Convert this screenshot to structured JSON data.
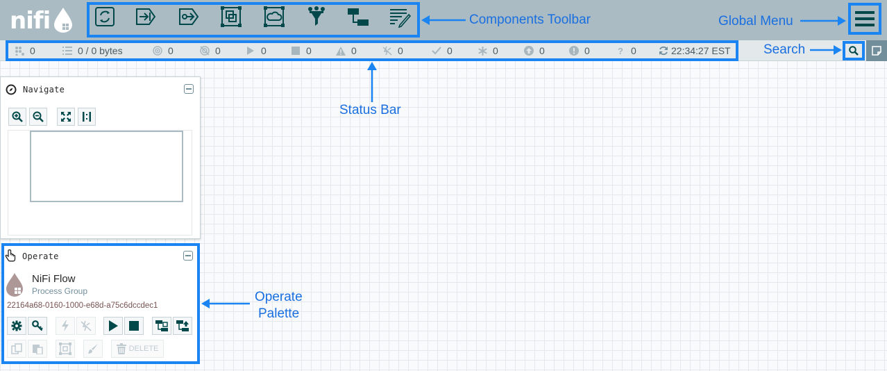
{
  "header": {
    "logo_text": "nifi",
    "components_toolbar": {
      "tools": [
        {
          "name": "processor-tool",
          "icon": "processor-icon"
        },
        {
          "name": "input-port-tool",
          "icon": "input-port-icon"
        },
        {
          "name": "output-port-tool",
          "icon": "output-port-icon"
        },
        {
          "name": "process-group-tool",
          "icon": "process-group-icon"
        },
        {
          "name": "remote-process-group-tool",
          "icon": "remote-process-group-icon"
        },
        {
          "name": "funnel-tool",
          "icon": "funnel-icon"
        },
        {
          "name": "template-tool",
          "icon": "template-icon"
        },
        {
          "name": "label-tool",
          "icon": "label-icon"
        }
      ]
    },
    "global_menu_icon": "hamburger-menu-icon"
  },
  "annotations": {
    "components_toolbar": "Components Toolbar",
    "global_menu": "Global Menu",
    "search": "Search",
    "status_bar": "Status Bar",
    "operate_palette_line1": "Operate",
    "operate_palette_line2": "Palette"
  },
  "status_bar": {
    "active_threads": "0",
    "queued": "0 / 0 bytes",
    "transmitting": "0",
    "not_transmitting": "0",
    "running": "0",
    "stopped": "0",
    "invalid": "0",
    "disabled": "0",
    "up_to_date": "0",
    "locally_modified": "0",
    "stale": "0",
    "locally_modified_and_stale": "0",
    "sync_failure": "0",
    "last_refreshed": "22:34:27 EST"
  },
  "navigate": {
    "title": "Navigate"
  },
  "operate": {
    "title": "Operate",
    "component_name": "NiFi Flow",
    "component_type": "Process Group",
    "component_id": "22164a68-0160-1000-e68d-a75c6dccdec1",
    "delete_label": "DELETE"
  },
  "colors": {
    "header_bg": "#aabbc3",
    "status_bg": "#e3e8eb",
    "annotation_blue": "#1a84f2",
    "icon_dark": "#004849",
    "panel_border": "#c7d2d7"
  }
}
